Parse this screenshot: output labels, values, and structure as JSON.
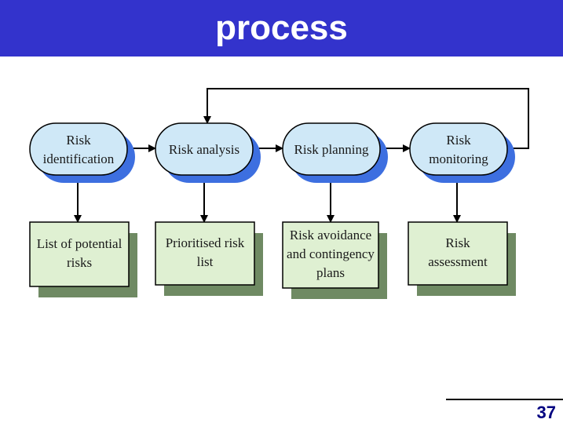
{
  "slide": {
    "title": "process",
    "page_number": "37"
  },
  "colors": {
    "title_bar": "#3333cc",
    "process_fill": "#cfe8f7",
    "process_shadow": "#3d6fe0",
    "output_fill": "#dff0d2",
    "output_shadow": "#6f8a63",
    "arrow": "#000000",
    "page_number": "#000080"
  },
  "processes": [
    {
      "id": "identification",
      "lines": [
        "Risk",
        "identification"
      ]
    },
    {
      "id": "analysis",
      "lines": [
        "Risk analysis"
      ]
    },
    {
      "id": "planning",
      "lines": [
        "Risk planning"
      ]
    },
    {
      "id": "monitoring",
      "lines": [
        "Risk",
        "monitoring"
      ]
    }
  ],
  "outputs": [
    {
      "id": "potential-risks",
      "lines": [
        "List of potential",
        "risks"
      ]
    },
    {
      "id": "prioritised-list",
      "lines": [
        "Prioritised risk",
        "list"
      ]
    },
    {
      "id": "avoidance-plans",
      "lines": [
        "Risk avoidance",
        "and contingency",
        "plans"
      ]
    },
    {
      "id": "assessment",
      "lines": [
        "Risk",
        "assessment"
      ]
    }
  ]
}
